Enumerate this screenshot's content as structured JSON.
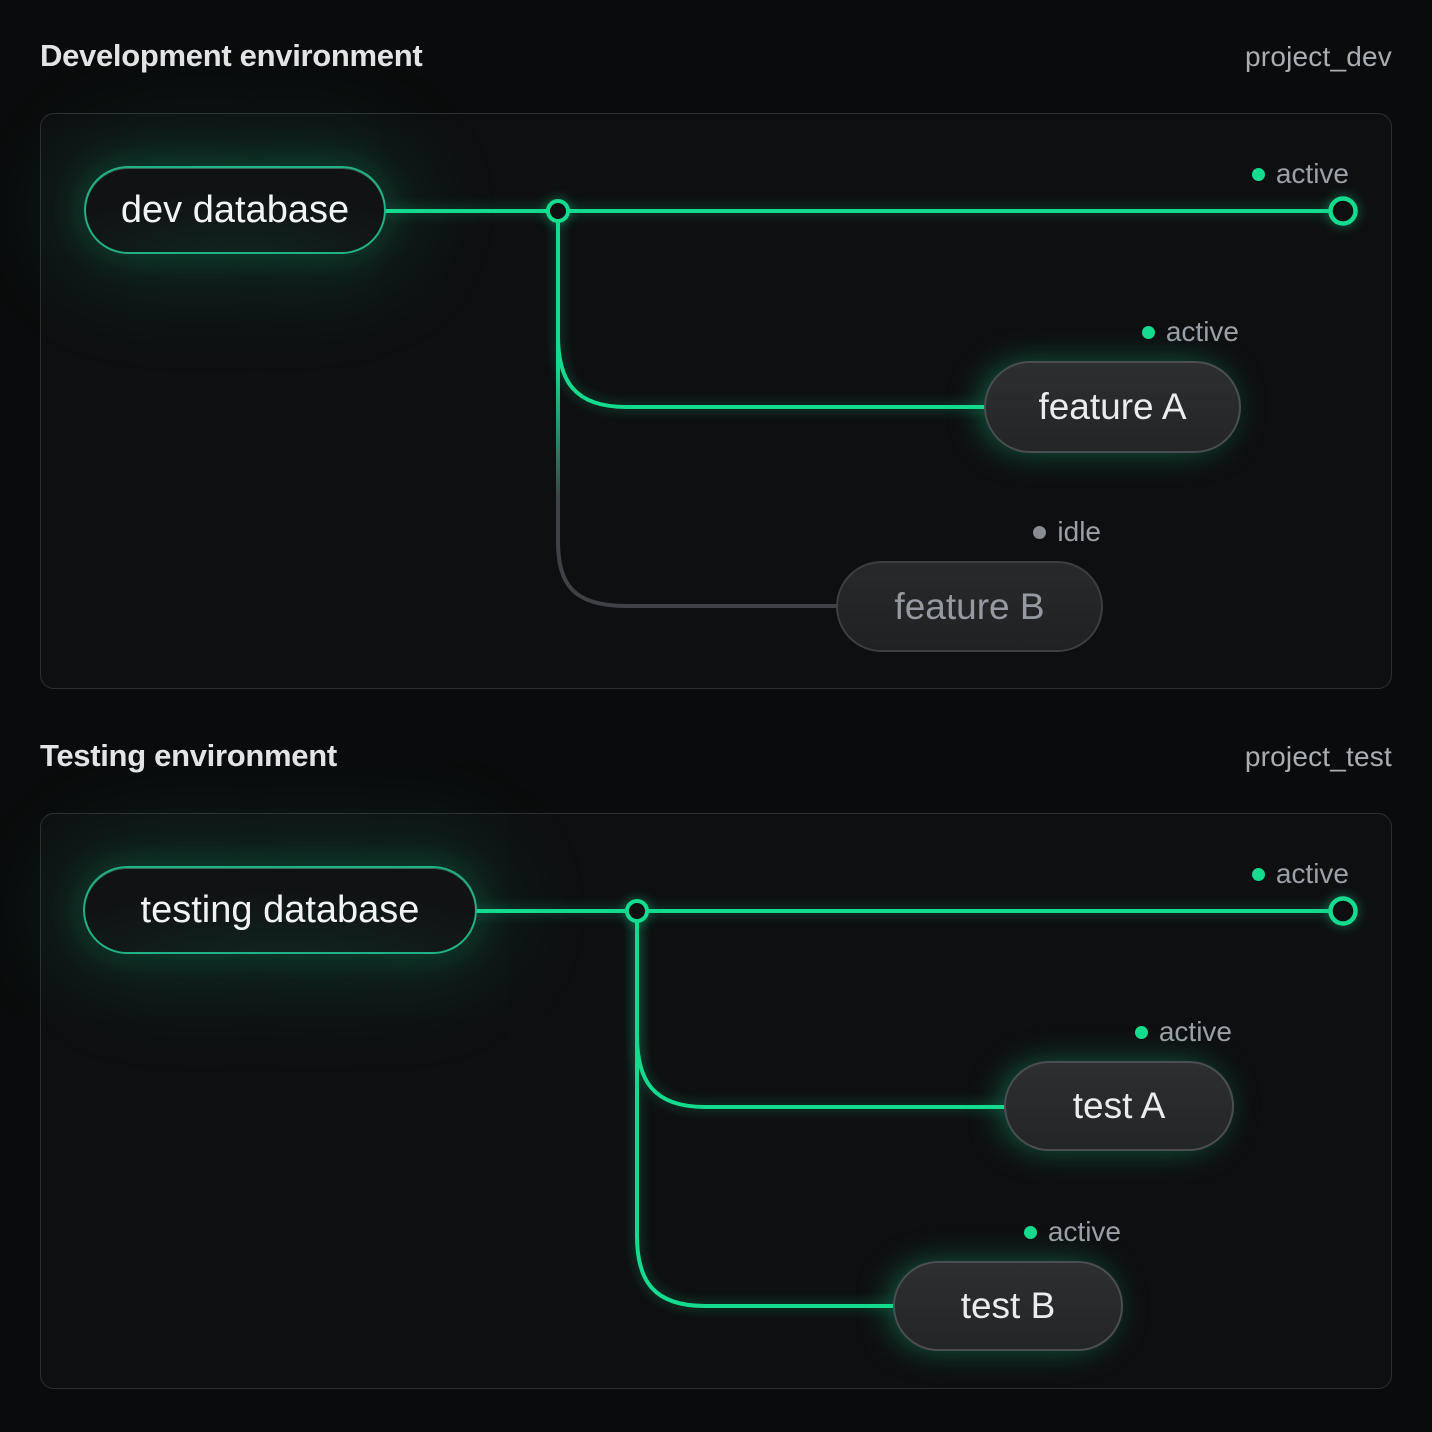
{
  "colors": {
    "accent_green": "#15DB8F",
    "idle_gray": "#878D93",
    "panel_border": "#2C2F33",
    "background": "#0A0B0C"
  },
  "sections": [
    {
      "title": "Development environment",
      "project": "project_dev",
      "root": {
        "label": "dev database"
      },
      "main_status": "active",
      "branches": [
        {
          "label": "feature A",
          "status": "active"
        },
        {
          "label": "feature B",
          "status": "idle"
        }
      ]
    },
    {
      "title": "Testing environment",
      "project": "project_test",
      "root": {
        "label": "testing database"
      },
      "main_status": "active",
      "branches": [
        {
          "label": "test A",
          "status": "active"
        },
        {
          "label": "test B",
          "status": "active"
        }
      ]
    }
  ]
}
